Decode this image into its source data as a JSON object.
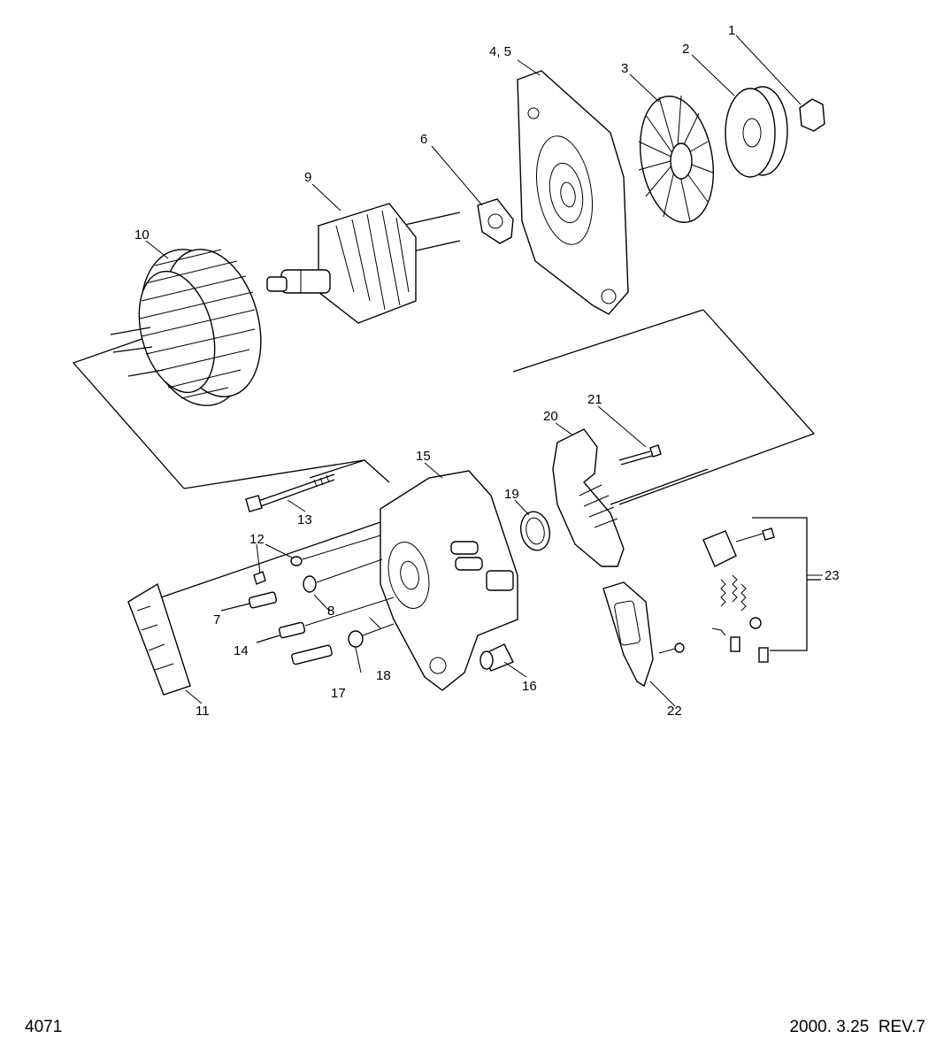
{
  "diagram": {
    "callouts": {
      "c1": "1",
      "c2": "2",
      "c3": "3",
      "c45": "4, 5",
      "c6": "6",
      "c7": "7",
      "c8": "8",
      "c9": "9",
      "c10": "10",
      "c11": "11",
      "c12": "12",
      "c13": "13",
      "c14": "14",
      "c15": "15",
      "c16": "16",
      "c17": "17",
      "c18": "18",
      "c19": "19",
      "c20": "20",
      "c21": "21",
      "c22": "22",
      "c23": "23"
    }
  },
  "footer": {
    "page_number": "4071",
    "revision": "2000. 3.25  REV.7"
  }
}
